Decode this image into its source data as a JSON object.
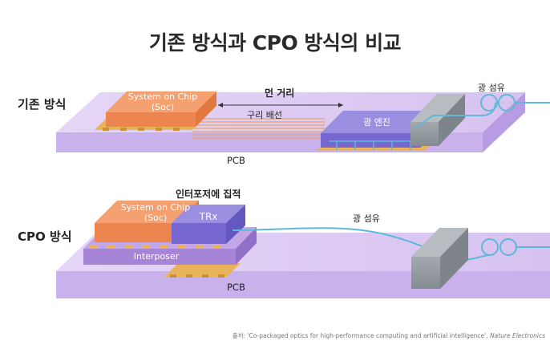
{
  "title": "기존 방식과 CPO 방식의 비교",
  "top": {
    "section_label": "기존 방식",
    "chip_line1": "System on Chip",
    "chip_line2": "(Soc)",
    "distance_label": "먼 거리",
    "copper_label": "구리 배선",
    "engine_label": "광 엔진",
    "fiber_label": "광 섬유",
    "pcb_label": "PCB"
  },
  "bottom": {
    "section_label": "CPO 방식",
    "integration_label": "인터포저에 집적",
    "chip_line1": "System on Chip",
    "chip_line2": "(Soc)",
    "trx_label": "TRx",
    "interposer_label": "Interposer",
    "fiber_label": "광 섬유",
    "pcb_label": "PCB"
  },
  "source": {
    "prefix": "출처: 'Co-packaged optics for high-performance computing and artificial intelligence',",
    "journal": "Nature Electronics"
  },
  "colors": {
    "pcb_top": "#d9c8f2",
    "pcb_front": "#b99be0",
    "chip_top": "#f4a070",
    "chip_front": "#ef8a55",
    "engine_top": "#9a8ee0",
    "engine_front": "#7668cf",
    "solder": "#e8b35a",
    "fiber": "#5fb7d9",
    "connector": "#8f969b",
    "interposer": "#a785d6"
  }
}
